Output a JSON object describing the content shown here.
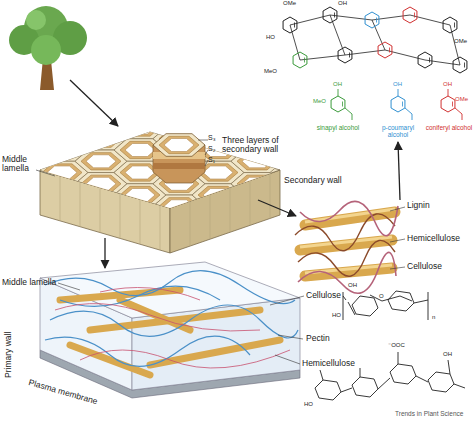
{
  "diagram": {
    "labels": [
      "S₃",
      "S₂",
      "S₁",
      "Three layers of secondary wall",
      "Middle lamella",
      "Secondary wall",
      "Lignin",
      "Hemicellulose",
      "Cellulose",
      "sinapyl alcohol",
      "p-coumaryl alcohol",
      "coniferyl alcohol",
      "Middle lamella",
      "Cellulose",
      "Pectin",
      "Hemicellulose",
      "Primary wall",
      "Plasma membrane",
      "Trends in Plant Science",
      "OMe",
      "OH",
      "HO",
      "MeO",
      "OMe",
      "MeO",
      "OH",
      "OH",
      "OH",
      "OMe",
      "OH",
      "HO",
      "O",
      "n",
      "⁻OOC",
      "OH",
      "HO"
    ]
  }
}
